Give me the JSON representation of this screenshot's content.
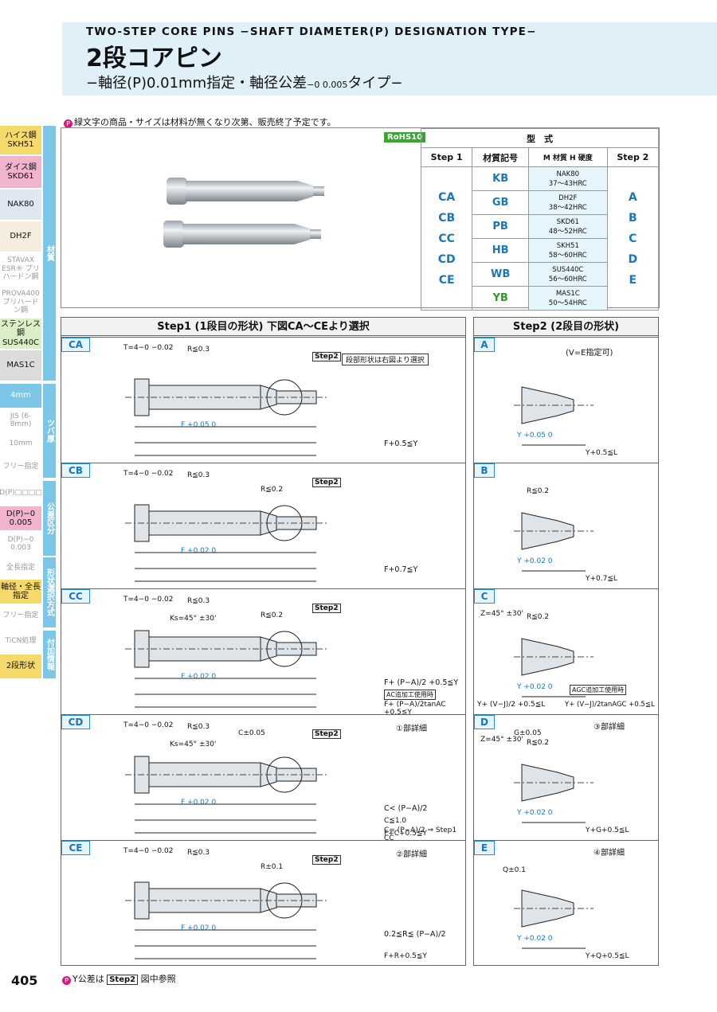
{
  "header": {
    "en_title": "TWO-STEP CORE PINS −SHAFT DIAMETER(P) DESIGNATION TYPE−",
    "jp_title": "2段コアピン",
    "subtitle_a": "−軸径(P)0.01mm指定・軸径公差",
    "subtitle_tol": "−0 0.005",
    "subtitle_b": "タイプ−"
  },
  "sidebar": {
    "materials": [
      "ハイス鋼 SKH51",
      "ダイス鋼 SKD61",
      "NAK80",
      "DH2F",
      "STAVAX ESR® プリハードン鋼",
      "PROVA400 プリハードン鋼",
      "ステンレス鋼 SUS440C",
      "MAS1C"
    ],
    "material_tab": "材質",
    "thickness": [
      "4mm",
      "JIS (6-8mm)",
      "10mm",
      "フリー指定"
    ],
    "thickness_tab": "ツバ厚",
    "tolerance": [
      "D(P)□□□□",
      "D(P)−0 0.005",
      "D(P)−0 0.003"
    ],
    "tolerance_tab": "公差区分",
    "shape": [
      "全長指定",
      "軸径・全長 指定",
      "フリー指定"
    ],
    "shape_tab": "形状選択方式",
    "extra": [
      "TiCN処理",
      "2段形状"
    ],
    "extra_tab": "付加情報"
  },
  "notice": "緑文字の商品・サイズは材料が無くなり次第、販売終了予定です。",
  "notice_mark": "P",
  "rohs": "RoHS10",
  "spec_table": {
    "title": "型　式",
    "headers": [
      "Step 1",
      "材質記号",
      "M 材質 H 硬度",
      "Step 2"
    ],
    "step1": [
      "CA",
      "CB",
      "CC",
      "CD",
      "CE"
    ],
    "step2": [
      "A",
      "B",
      "C",
      "D",
      "E"
    ],
    "rows": [
      {
        "code": "KB",
        "material": "NAK80",
        "hardness": "37〜43HRC"
      },
      {
        "code": "GB",
        "material": "DH2F",
        "hardness": "38〜42HRC"
      },
      {
        "code": "PB",
        "material": "SKD61",
        "hardness": "48〜52HRC"
      },
      {
        "code": "HB",
        "material": "SKH51",
        "hardness": "58〜60HRC"
      },
      {
        "code": "WB",
        "material": "SUS440C",
        "hardness": "56〜60HRC"
      },
      {
        "code": "YB",
        "material": "MAS1C",
        "hardness": "50〜54HRC"
      }
    ]
  },
  "step1": {
    "title": "Step1 (1段目の形状) 下図CA〜CEより選択",
    "panels": [
      {
        "label": "CA",
        "t": "T=4−0 −0.02",
        "r": "R≦0.3",
        "step2": "Step2",
        "note": "段部形状は右図より選択",
        "f": "F +0.05 0",
        "formula": "F+0.5≦Y"
      },
      {
        "label": "CB",
        "t": "T=4−0 −0.02",
        "r": "R≦0.3",
        "r2": "R≦0.2",
        "step2": "Step2",
        "f": "F +0.02 0",
        "formula": "F+0.7≦Y"
      },
      {
        "label": "CC",
        "t": "T=4−0 −0.02",
        "r": "R≦0.3",
        "ks": "Ks=45° ±30'",
        "r2": "R≦0.2",
        "step2": "Step2",
        "f": "F +0.02 0",
        "formula": "F+ (P−A)/2 +0.5≦Y",
        "ac": "AC追加工使用時",
        "formula2": "F+ (P−A)/2tanAC +0.5≦Y"
      },
      {
        "label": "CD",
        "t": "T=4−0 −0.02",
        "r": "R≦0.3",
        "ks": "Ks=45° ±30'",
        "c": "C±0.05",
        "step2": "Step2",
        "f": "F +0.02 0",
        "detail": "①部詳細",
        "formula": "C< (P−A)/2",
        "formula2": "C= (P−A)/2 ⇒ Step1 CC",
        "formula3": "C≦1.0",
        "formula4": "F+C+0.5≦Y"
      },
      {
        "label": "CE",
        "t": "T=4−0 −0.02",
        "r": "R≦0.3",
        "r2": "R±0.1",
        "step2": "Step2",
        "f": "F +0.02 0",
        "detail": "②部詳細",
        "formula": "0.2≦R≦ (P−A)/2",
        "formula2": "F+R+0.5≦Y"
      }
    ]
  },
  "step2": {
    "title": "Step2 (2段目の形状)",
    "panels": [
      {
        "label": "A",
        "note": "(V=E指定可)",
        "y": "Y +0.05 0",
        "formula": "Y+0.5≦L"
      },
      {
        "label": "B",
        "r": "R≦0.2",
        "y": "Y +0.02 0",
        "formula": "Y+0.7≦L"
      },
      {
        "label": "C",
        "z": "Z=45° ±30'",
        "r": "R≦0.2",
        "y": "Y +0.02 0",
        "agc": "AGC追加工使用時",
        "formula": "Y+ (V−J)/2 +0.5≦L",
        "formula2": "Y+ (V−J)/2tanAGC +0.5≦L"
      },
      {
        "label": "D",
        "z": "Z=45° ±30'",
        "g": "G±0.05",
        "detail": "③部詳細",
        "r": "R≦0.2",
        "y": "Y +0.02 0",
        "formula": "Y+G+0.5≦L"
      },
      {
        "label": "E",
        "q": "Q±0.1",
        "detail": "④部詳細",
        "y": "Y +0.02 0",
        "formula": "Y+Q+0.5≦L"
      }
    ]
  },
  "footer": {
    "page": "405",
    "note_a": "Y公差は",
    "note_box": "Step2",
    "note_b": "図中参照"
  }
}
